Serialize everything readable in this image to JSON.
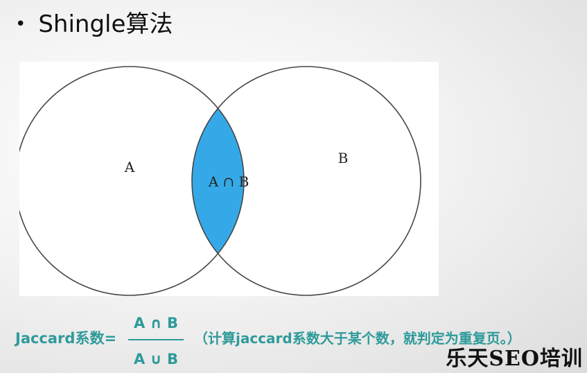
{
  "slide": {
    "bullet": "•",
    "title": "Shingle算法"
  },
  "venn": {
    "label_a": "A",
    "label_b": "B",
    "label_intersection": "A ∩ B",
    "intersection_color": "#35a9e8",
    "circle_stroke_color": "#444444"
  },
  "formula": {
    "label": "Jaccard系数=",
    "numerator": "A ∩  B",
    "denominator": "A ∪ B",
    "note": "（计算jaccard系数大于某个数，就判定为重复页。）",
    "color": "#2f9a9a"
  },
  "watermark": {
    "text": "乐天SEO培训"
  }
}
